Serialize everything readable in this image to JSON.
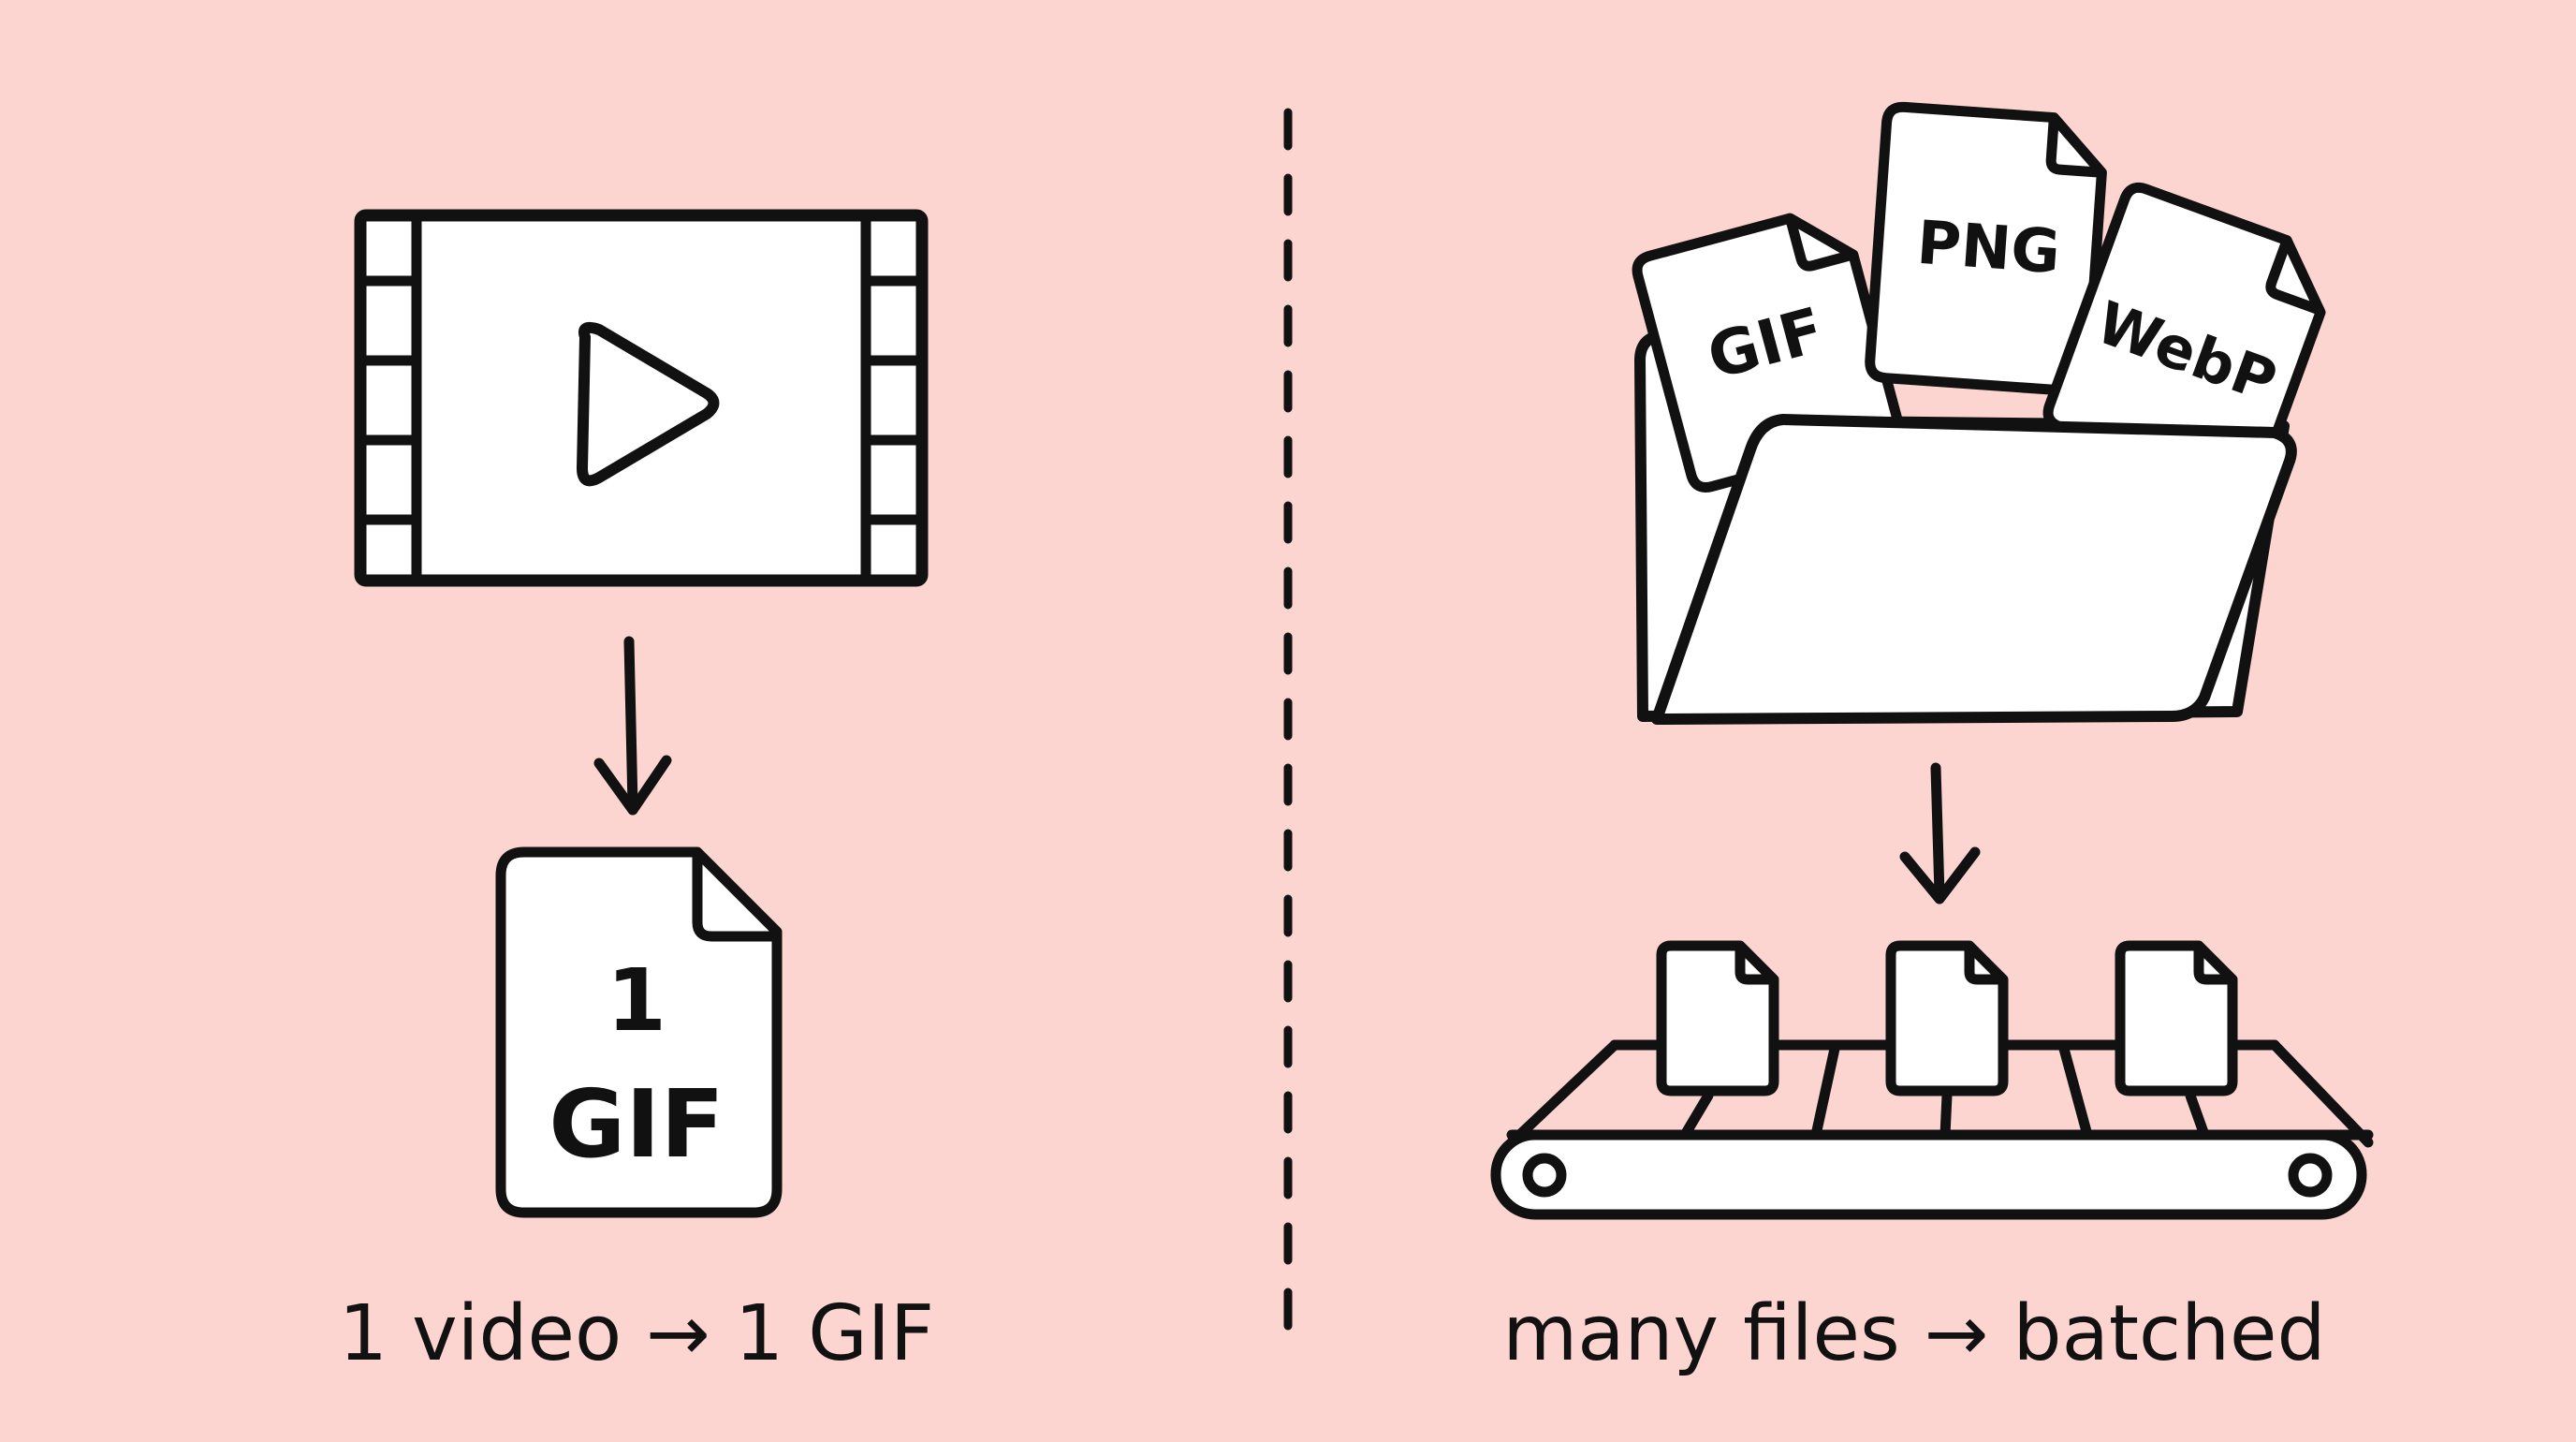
{
  "background_color": "#fcd4d0",
  "ink_color": "#111111",
  "left_panel": {
    "source_icon": "film-strip-play-icon",
    "output_icon": "file-icon",
    "output_number": "1",
    "output_format": "GIF",
    "caption": "1 video → 1 GIF"
  },
  "right_panel": {
    "source_icon": "open-folder-icon",
    "file_labels": [
      "GIF",
      "PNG",
      "WebP"
    ],
    "output_icon": "conveyor-belt-icon",
    "belt_file_count": 3,
    "caption": "many files → batched"
  }
}
